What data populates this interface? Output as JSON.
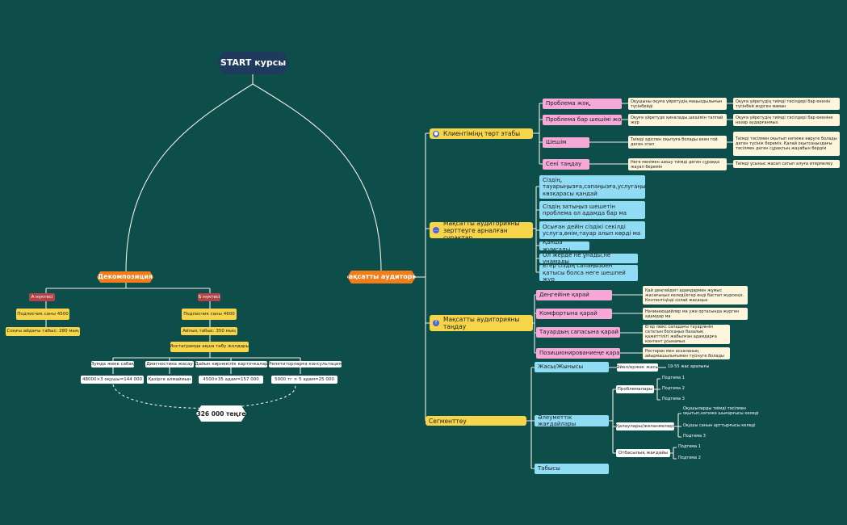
{
  "root": "START  курсы",
  "left": {
    "title": "Декомпозиция",
    "point_a": {
      "label": "А нүктесі",
      "items": [
        "Подписчик саны 4500",
        "Соңғы айдағы табыс: 280 мың"
      ]
    },
    "point_b": {
      "label": "Б нүктесі",
      "items": [
        "Подписчик саны 4600",
        "Айлық табыс: 350 мың",
        "Инстаграмда ақша табу жолдары"
      ]
    },
    "ways": [
      {
        "name": "Зумда жеке сабақ",
        "calc": "48000×3 оқушы=144 000"
      },
      {
        "name": "Диагностика жасау",
        "calc": "Қазірге алмаймын"
      },
      {
        "name": "Дайын көрнекілік карточкалар",
        "calc": "4500×35 адам=157 000"
      },
      {
        "name": "Репетиторларға  консультация",
        "calc": "5000 тг × 5 адам=25 000"
      }
    ],
    "total": "326 000 теңге"
  },
  "right": {
    "title": "Мақсатты аудитория",
    "stages": {
      "label": "Клиентіміңң төрт этабы",
      "items": [
        {
          "name": "Проблема жоқ,",
          "desc": "Оқушыны оқуға үйретудің маңыздылығын түсінбейді",
          "extra": "Оқуға үйретудің тиімді тәсілдері бар екенін түсінбей жүрген маман"
        },
        {
          "name": "Проблема бар шешімі жоқ,",
          "desc": "Оқуға үйретуде қиналады,шешімін таппай жүр",
          "extra": "Оқуға үйретудің тиімді тәсілдері бар екеніне назар аударғанмыз."
        },
        {
          "name": "Шешім",
          "desc": "Тиімді әдіспен оқытуға болады екен гой деген этап",
          "extra": "Тиімді тәсілмен оқытып нәтиже көруге болады деген түсінік береміз. Қалай оқытсаңыздағы тәсілмен деген сұрақтың жауабын бердім"
        },
        {
          "name": "Сені таңдау",
          "desc": "Неге менімен шешу тиімді деген сұраққа жауап беремін",
          "extra": "Тиімді ұсыныс жасап сатып алуға итермелеу"
        }
      ]
    },
    "questions": {
      "label": "Мақсатты аудиторияны зерттеуге арналған сұрақтар",
      "items": [
        "Сіздің, тауарыңызға,сапаңызға,услугаңызға көзқарасы қандай",
        "Сіздің затыңыз шешетін проблема ол адамда бар ма",
        "Осыған дейін сіздікі секілді услуга,өнім,тауар алып көрді ма",
        "Қанша жұмсады",
        "Ол жерде не ұнады,не ұнамады",
        "Егер сіздің сапаңызбен қатысы болса неге шешпей жүр"
      ]
    },
    "choose": {
      "label": "Мақсатты аудиторияны таңдау",
      "items": [
        {
          "name": "Деңгейіне қарай",
          "desc": "Қай деңгейдегі адамдармен жұмыс жасағыңыз келеді/егер енді бастап жүрсеңіз. Контентіңізді солай жасаңыз"
        },
        {
          "name": "Комфортына қарай",
          "desc": "Начинающийлер ма уже ортасында жүрген адамдар ма"
        },
        {
          "name": "Тауардың сапасына қарай",
          "desc": "Егер люкс сападағы тауар/өнім сататын болсаңыз базалық қажеттілігі жабылған адамдарға контент ұсынамыз"
        },
        {
          "name": "Позиционированиеңе қарай",
          "desc": "Ресторан мен асхананың айырмашылығымен түсінуге болады"
        }
      ]
    },
    "segment": {
      "label": "Сегменттеу",
      "age": {
        "name": "Жасы/Жынысы",
        "sub": "Әйел/ержек жасы",
        "value": "19-55 жас аралығы"
      },
      "social": {
        "name": "Әлеуметтік жағдайлары",
        "problems": {
          "name": "Проблемалары",
          "items": [
            "Подтема 1",
            "Подтема 2",
            "Подтема 3"
          ]
        },
        "wishes": {
          "name": "Қалаулары/желанмелері",
          "items": [
            "Оқушыларды тиімді тәсілмен оқытып,нәтиже шығарғысы келеді",
            "Оқушы санын арттырғысы келеді",
            "Подтема 3"
          ]
        },
        "family": {
          "name": "Отбасылық жағдайы",
          "items": [
            "Подтема 1",
            "Подтема 2"
          ]
        }
      },
      "income": {
        "name": "Табысы"
      }
    }
  },
  "colors": {
    "background": "#0d4d4a",
    "root": "#1e3a5c",
    "main": "#f07d1a",
    "branch": "#f7d54a",
    "pink": "#f6a8d8",
    "blue": "#8fdcf4",
    "cream": "#fdf6dc",
    "point": "#b24447"
  }
}
